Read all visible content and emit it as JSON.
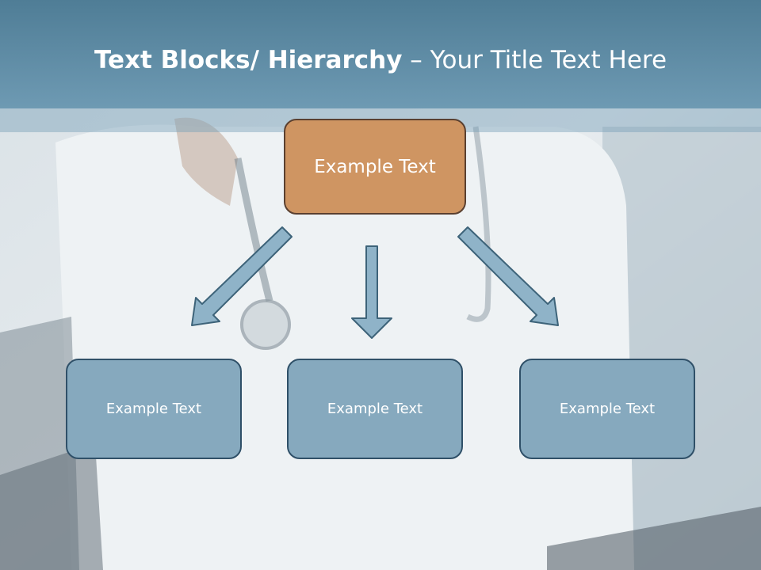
{
  "title": {
    "bold": "Text Blocks/ Hierarchy",
    "dash": " – ",
    "rest": "Your Title Text Here"
  },
  "diagram": {
    "top_box": {
      "label": "Example Text"
    },
    "child_boxes": [
      {
        "label": "Example Text"
      },
      {
        "label": "Example Text"
      },
      {
        "label": "Example Text"
      }
    ]
  },
  "colors": {
    "title_bar": "#5f8ca6",
    "top_box_fill": "#cf9562",
    "child_box_fill": "#86a9be",
    "arrow_fill": "#8fb3c8",
    "arrow_stroke": "#3d6379"
  }
}
